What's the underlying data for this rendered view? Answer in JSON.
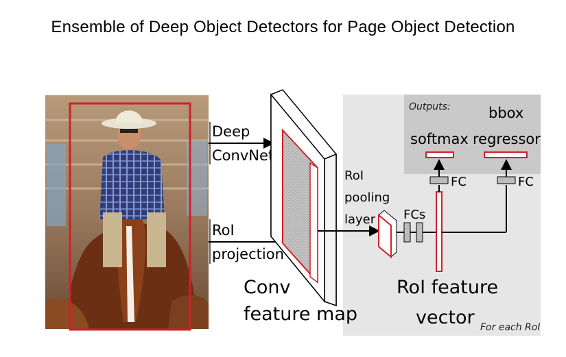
{
  "header": {
    "title": "Ensemble of Deep Object Detectors for Page Object Detection"
  },
  "diagram": {
    "input_image": {
      "description_icon": "photo-icon"
    },
    "labels": {
      "deep_convnet_line1": "Deep",
      "deep_convnet_line2": "ConvNet",
      "roi_projection_line1": "RoI",
      "roi_projection_line2": "projection",
      "conv_feature_map_line1": "Conv",
      "conv_feature_map_line2": "feature map",
      "roi_pooling_line1": "RoI",
      "roi_pooling_line2": "pooling",
      "roi_pooling_line3": "layer",
      "fcs": "FCs",
      "outputs": "Outputs:",
      "softmax": "softmax",
      "bbox_line1": "bbox",
      "bbox_line2": "regressor",
      "fc_left": "FC",
      "fc_right": "FC",
      "roi_feature_vector_line1": "RoI feature",
      "roi_feature_vector_line2": "vector",
      "for_each_roi": "For each RoI"
    },
    "colors": {
      "accent_red": "#d0202a",
      "panel_gray": "#e6e6e6",
      "outputs_gray": "#c9c9c9"
    }
  }
}
